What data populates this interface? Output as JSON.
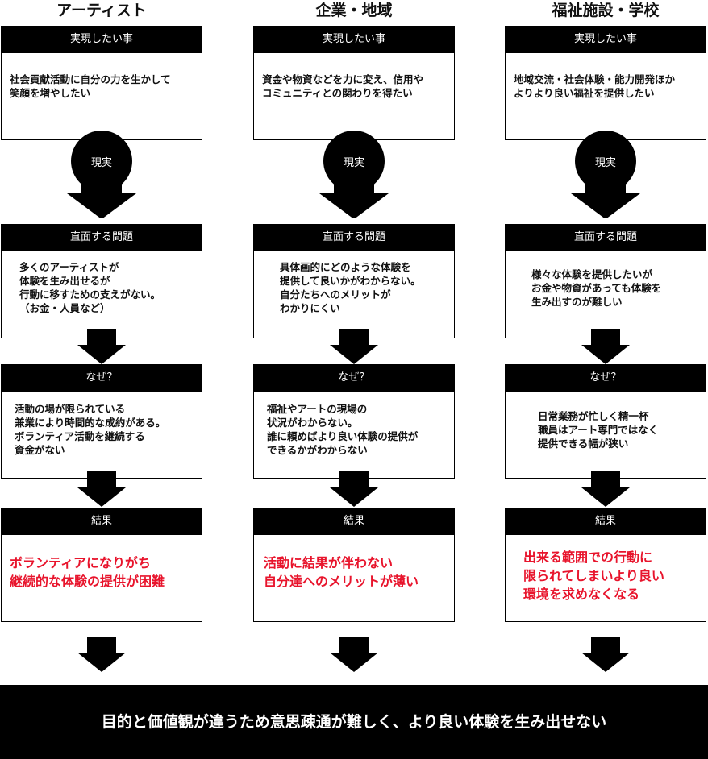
{
  "columns": [
    {
      "title": "アーティスト",
      "goal_header": "実現したい事",
      "goal_text": "社会貢献活動に自分の力を生かして\n笑顔を増やしたい",
      "reality_label": "現実",
      "problem_header": "直面する問題",
      "problem_text": "多くのアーティストが\n体験を生み出せるが\n行動に移すための支えがない。\n（お金・人員など）",
      "why_header": "なぜ？",
      "why_text": "活動の場が限られている\n兼業により時間的な成約がある。\nボランティア活動を継続する\n資金がない",
      "result_header": "結果",
      "result_text": "ボランティアになりがち\n継続的な体験の提供が困難"
    },
    {
      "title": "企業・地域",
      "goal_header": "実現したい事",
      "goal_text": "資金や物資などを力に変え、信用や\nコミュニティとの関わりを得たい",
      "reality_label": "現実",
      "problem_header": "直面する問題",
      "problem_text": "具体画的にどのような体験を\n提供して良いかがわからない。\n自分たちへのメリットが\nわかりにくい",
      "why_header": "なぜ？",
      "why_text": "福祉やアートの現場の\n状況がわからない。\n誰に頼めばより良い体験の提供が\nできるかがわからない",
      "result_header": "結果",
      "result_text": "活動に結果が伴わない\n自分達へのメリットが薄い"
    },
    {
      "title": "福祉施設・学校",
      "goal_header": "実現したい事",
      "goal_text": "地域交流・社会体験・能力開発ほか\nよりより良い福祉を提供したい",
      "reality_label": "現実",
      "problem_header": "直面する問題",
      "problem_text": "様々な体験を提供したいが\nお金や物資があっても体験を\n生み出すのが難しい",
      "why_header": "なぜ？",
      "why_text": "日常業務が忙しく精一杯\n職員はアート専門ではなく\n提供できる幅が狭い",
      "result_header": "結果",
      "result_text": "出来る範囲での行動に\n限られてしまいより良い\n環境を求めなくなる"
    }
  ],
  "footer": "目的と価値観が違うため意思疎通が難しく、より良い体験を生み出せない",
  "colors": {
    "accent_red": "#e8142c",
    "black": "#000000"
  }
}
